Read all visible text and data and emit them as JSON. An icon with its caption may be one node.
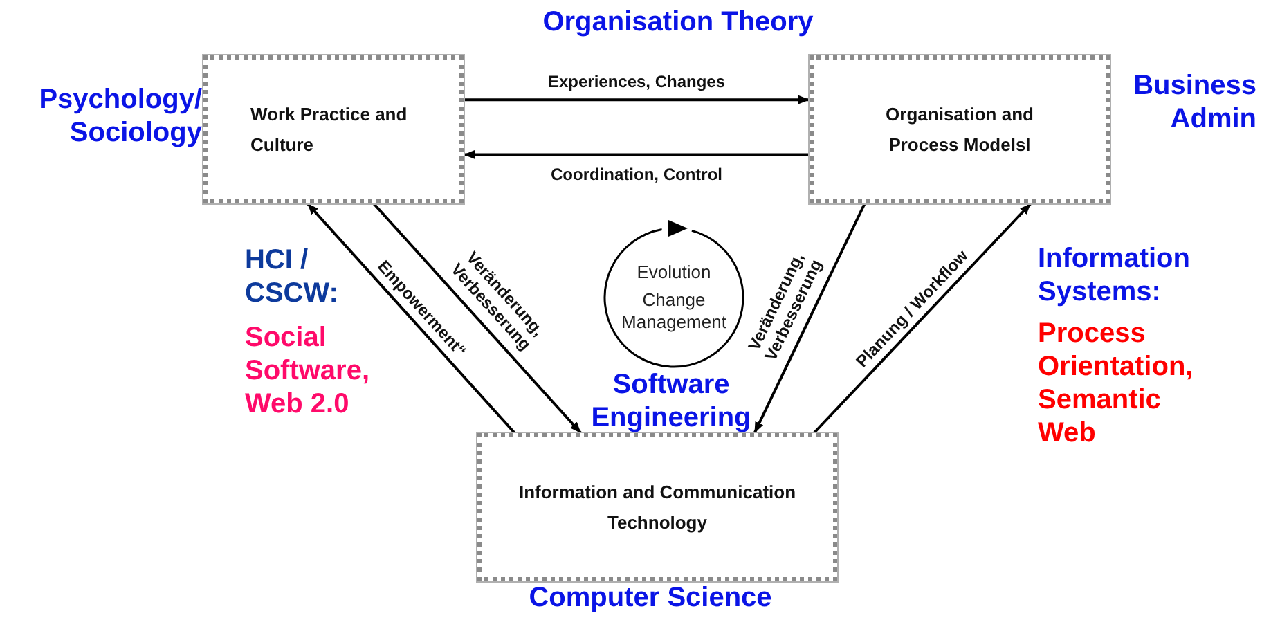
{
  "diagram": {
    "nodes": [
      {
        "text": [
          "Work Practice and Culture"
        ]
      },
      {
        "text": [
          "Organisation and Process Modelsl"
        ]
      },
      {
        "text": [
          "Information and Communication Technology"
        ]
      },
      {
        "text": [
          "Evolution",
          "Change Management"
        ]
      }
    ],
    "edges": [
      {
        "from": 0,
        "to": 1,
        "arrow": "to",
        "label": "Experiences, Changes"
      },
      {
        "from": 1,
        "to": 0,
        "arrow": "to",
        "label": "Coordination, Control"
      },
      {
        "from": 2,
        "to": 0,
        "arrow": "to",
        "label": "Empowerment“"
      },
      {
        "from": 0,
        "to": 2,
        "arrow": "to",
        "label": "Veränderung, Verbesserung"
      },
      {
        "from": 1,
        "to": 2,
        "arrow": "to",
        "label": "Veränderung, Verbesserung"
      },
      {
        "from": 2,
        "to": 1,
        "arrow": "to",
        "label": "Planung / Workflow"
      }
    ],
    "labels": [
      "Organisation Theory",
      "Psychology/ Sociology",
      "Business Admin",
      "HCI / CSCW:",
      "Social Software, Web 2.0",
      "Software Engineering",
      "Information Systems:",
      "Process Orientation, Semantic Web",
      "Computer Science"
    ]
  }
}
